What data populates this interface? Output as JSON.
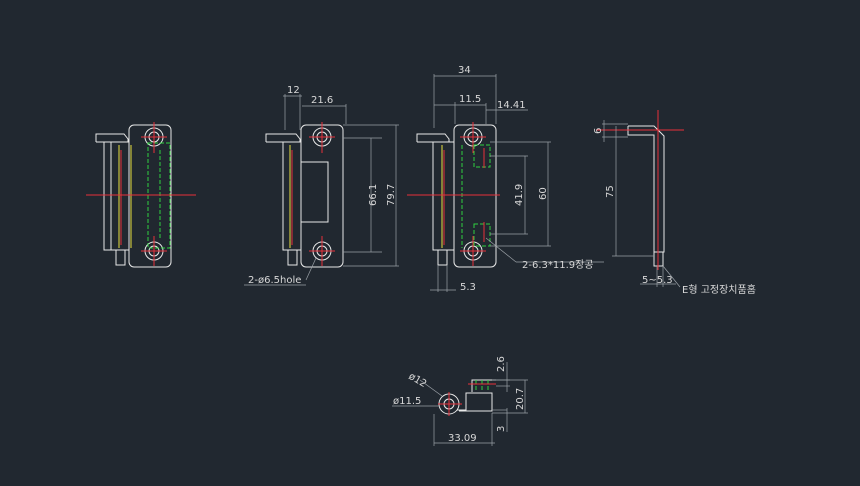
{
  "colors": {
    "background": "#212830",
    "outline": "#e8e8e8",
    "hidden_line": "#30d040",
    "center_line": "#e8303a",
    "yellow_line": "#e6e040",
    "dimension": "#9aa0a6"
  },
  "views": {
    "side": {
      "dim_12": "12",
      "dim_21_6": "21.6",
      "dim_66_1": "66.1",
      "dim_79_7": "79.7",
      "hole_callout": "2-ø6.5hole"
    },
    "front": {
      "dim_34": "34",
      "dim_11_5": "11.5",
      "dim_14_41": "14.41",
      "dim_41_9": "41.9",
      "dim_60": "60",
      "dim_5_3": "5.3",
      "slot_callout": "2-6.3*11.9장공"
    },
    "right": {
      "dim_6": "6",
      "dim_75": "75",
      "dim_5_5_3": "5~5.3",
      "note": "E형 고정장치품홈"
    },
    "top": {
      "dim_phi12": "ø12",
      "dim_phi11_5": "ø11.5",
      "dim_2_6": "2.6",
      "dim_20_7": "20.7",
      "dim_3": "3",
      "dim_33_09": "33.09"
    }
  }
}
